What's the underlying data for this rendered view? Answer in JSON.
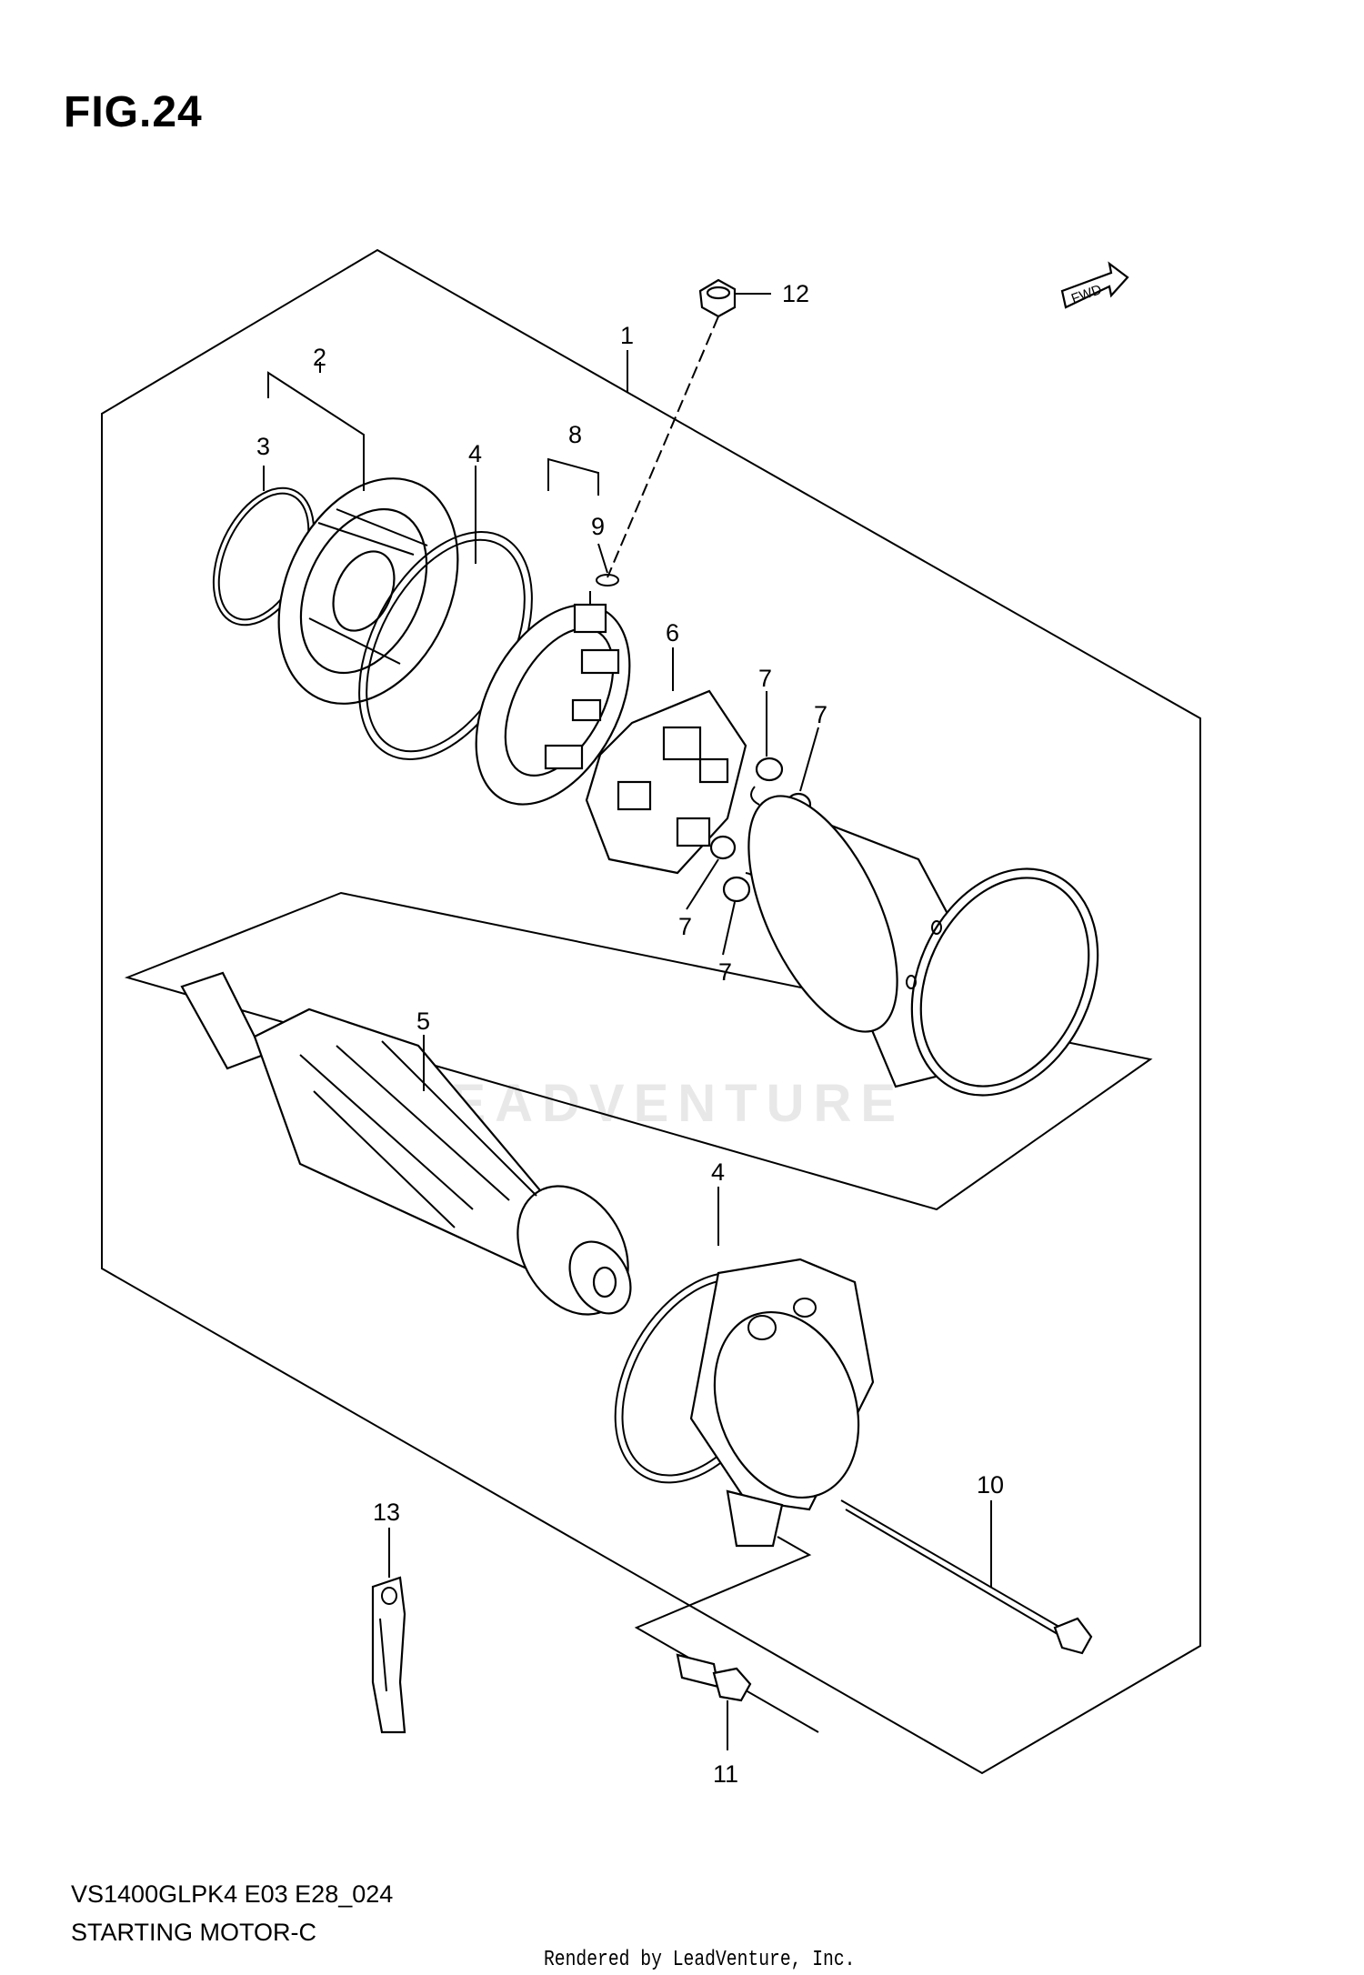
{
  "figure_title": "FIG.24",
  "model_code": "VS1400GLPK4 E03 E28_024",
  "model_name": "STARTING MOTOR-C",
  "footer": "Rendered by LeadVenture, Inc.",
  "watermark": "LEADVENTURE",
  "fwd_label": "FWD",
  "callouts": {
    "c1": "1",
    "c2": "2",
    "c3": "3",
    "c4a": "4",
    "c4b": "4",
    "c5": "5",
    "c6": "6",
    "c7a": "7",
    "c7b": "7",
    "c7c": "7",
    "c7d": "7",
    "c8": "8",
    "c9": "9",
    "c10": "10",
    "c11": "11",
    "c12": "12",
    "c13": "13"
  }
}
